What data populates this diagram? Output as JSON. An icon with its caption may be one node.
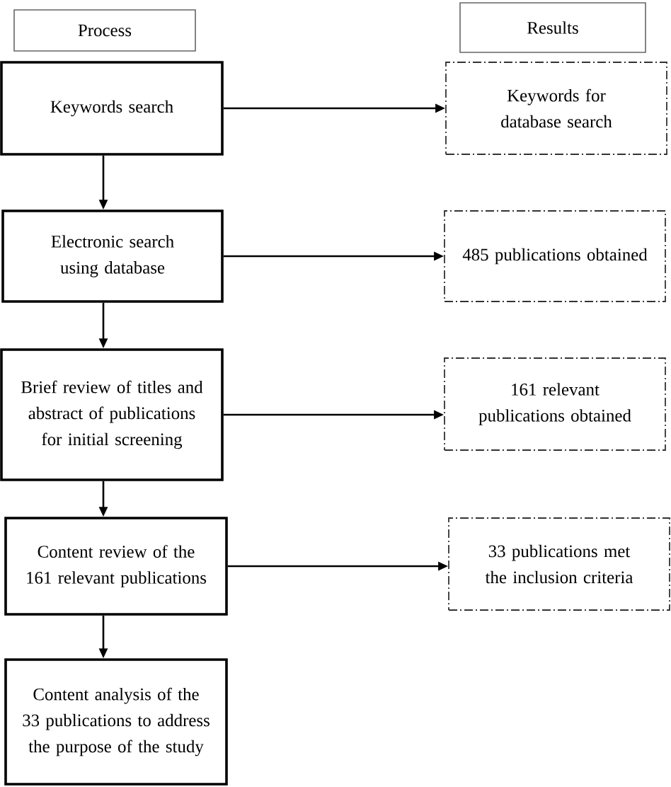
{
  "diagram": {
    "nodes": [
      {
        "text": [
          "Process"
        ]
      },
      {
        "text": [
          "Results"
        ]
      },
      {
        "text": [
          "Keywords search"
        ]
      },
      {
        "text": [
          "Keywords for database search"
        ]
      },
      {
        "text": [
          "Electronic search using database"
        ]
      },
      {
        "text": [
          "485 publications obtained"
        ]
      },
      {
        "text": [
          "Brief review of titles and abstract of publications for initial screening"
        ]
      },
      {
        "text": [
          "161 relevant publications obtained"
        ]
      },
      {
        "text": [
          "Content review of the 161 relevant publications"
        ]
      },
      {
        "text": [
          "33 publications met the inclusion criteria"
        ]
      },
      {
        "text": [
          "Content analysis of the 33 publications to address the purpose of the study"
        ]
      }
    ],
    "edges": [
      {
        "from": 2,
        "to": 3,
        "arrow": "to"
      },
      {
        "from": 2,
        "to": 4,
        "arrow": "to"
      },
      {
        "from": 4,
        "to": 5,
        "arrow": "to"
      },
      {
        "from": 4,
        "to": 6,
        "arrow": "to"
      },
      {
        "from": 6,
        "to": 7,
        "arrow": "to"
      },
      {
        "from": 6,
        "to": 8,
        "arrow": "to"
      },
      {
        "from": 8,
        "to": 9,
        "arrow": "to"
      },
      {
        "from": 8,
        "to": 10,
        "arrow": "to"
      }
    ]
  }
}
